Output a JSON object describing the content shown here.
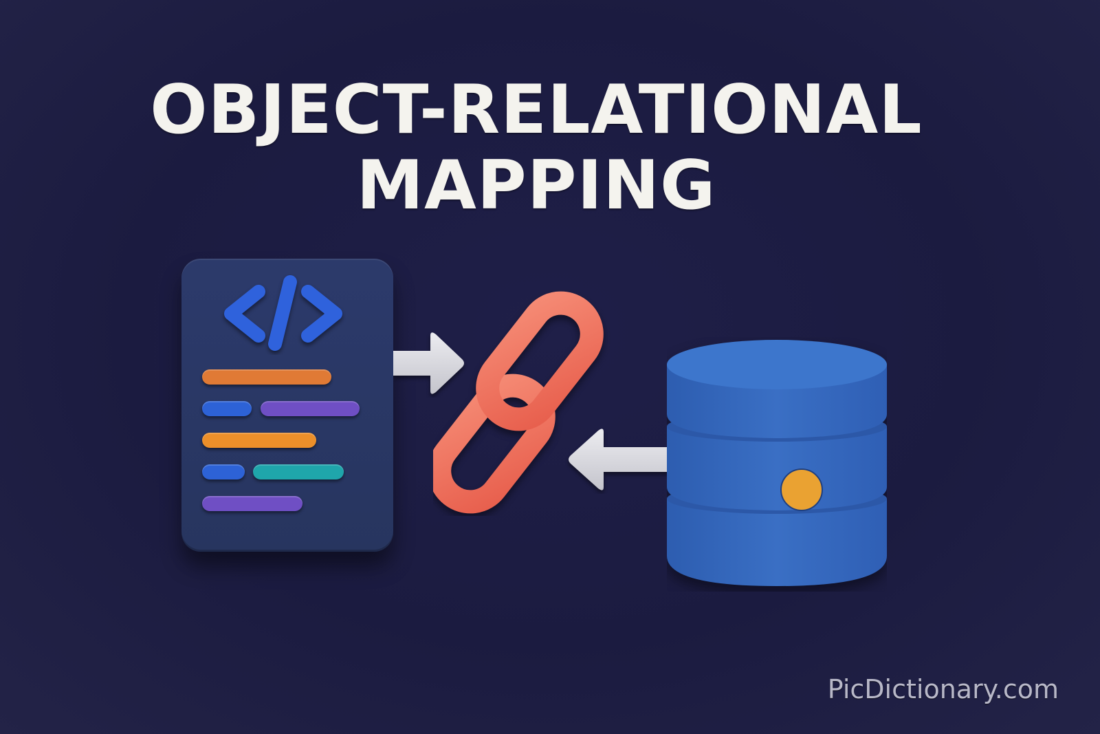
{
  "title": {
    "line1": "OBJECT-RELATIONAL",
    "line2": "MAPPING"
  },
  "diagram": {
    "left_node": {
      "type": "code-document",
      "icon": "code-brackets-icon",
      "icon_glyph": "</>",
      "bars": [
        {
          "color": "#e07a35",
          "row": 1,
          "width": 188
        },
        {
          "color": "#2d62d6",
          "row": 2,
          "width": 72
        },
        {
          "color": "#6f4fc4",
          "row": 2,
          "width": 144
        },
        {
          "color": "#ec8f2a",
          "row": 3,
          "width": 166
        },
        {
          "color": "#2d62d6",
          "row": 4,
          "width": 62
        },
        {
          "color": "#1fa6ab",
          "row": 4,
          "width": 132
        },
        {
          "color": "#6f4fc4",
          "row": 5,
          "width": 146
        }
      ]
    },
    "center_node": {
      "type": "chain-link",
      "icon": "chain-link-icon",
      "color": "#f0705c"
    },
    "right_node": {
      "type": "database",
      "icon": "database-icon",
      "color": "#3a6fc4",
      "indicator_color": "#eaa232"
    },
    "arrows": [
      {
        "direction": "right",
        "from": "code-document",
        "to": "chain-link",
        "color": "#d8d8de"
      },
      {
        "direction": "left",
        "from": "database",
        "to": "chain-link",
        "color": "#d8d8de"
      }
    ]
  },
  "colors": {
    "background": "#1c1c42",
    "title": "#f4f3ee",
    "card": "#2a3866",
    "chain": "#f0705c",
    "database": "#3a6fc4",
    "watermark": "#b8b8c8"
  },
  "watermark": "PicDictionary.com"
}
